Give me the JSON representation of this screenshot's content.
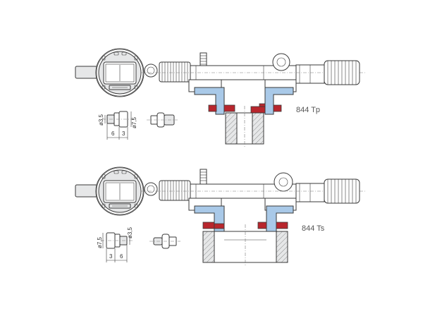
{
  "colors": {
    "insert_blue": "#a9c9e8",
    "anvil_red": "#b8262d",
    "body_grey": "#e6e7e8",
    "line": "#3a3a3a"
  },
  "variants": [
    {
      "model": "844 Tp",
      "dims": {
        "pin_diameter": "ø3,5",
        "head_diameter": "ø7,5",
        "len_a": "6",
        "len_b": "3"
      }
    },
    {
      "model": "844 Ts",
      "dims": {
        "head_diameter": "ø7,5",
        "pin_diameter": "ø3,5",
        "len_a": "3",
        "len_b": "6"
      }
    }
  ]
}
